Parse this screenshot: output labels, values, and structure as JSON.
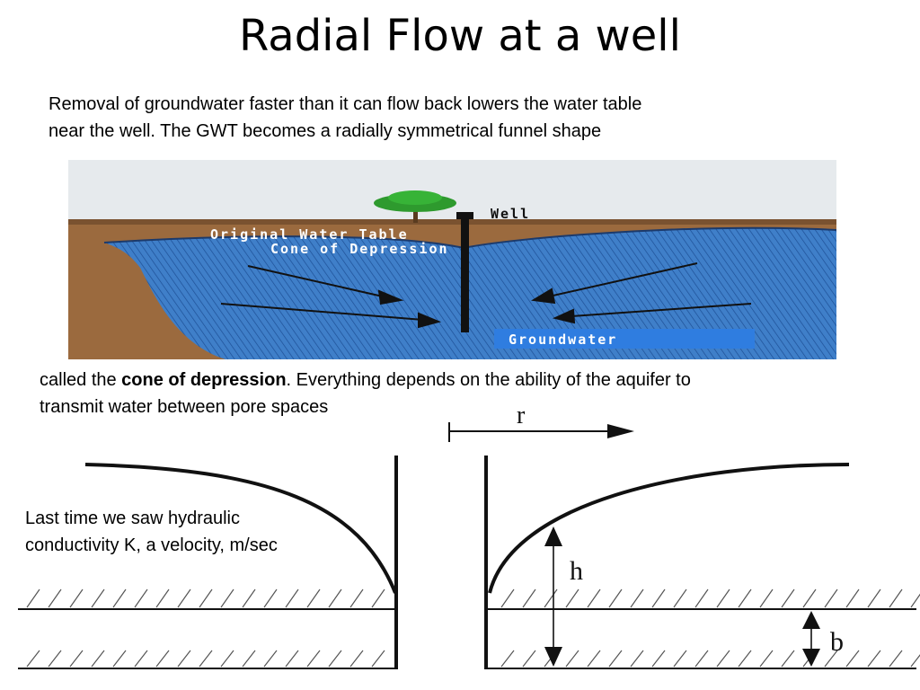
{
  "slide": {
    "title": "Radial Flow at a well",
    "intro": {
      "line1": "Removal of groundwater faster than it can flow back lowers the water table",
      "line2": "near the well. The GWT becomes a radially symmetrical funnel shape"
    },
    "middle": {
      "prefix": "called the ",
      "bold_term": "cone of depression",
      "suffix": ". Everything depends on the ability of the aquifer to",
      "line2": "transmit water between pore spaces"
    },
    "note": {
      "line1": "Last time we saw hydraulic",
      "line2": "conductivity K, a velocity, m/sec"
    }
  },
  "illustration": {
    "well_label": "Well",
    "original_water_table_label": "Original Water Table",
    "cone_label": "Cone of Depression",
    "groundwater_label": "Groundwater",
    "colors": {
      "sky": "#e6eaed",
      "soil": "#9b6a3e",
      "water": "#3f7fc9",
      "water_label_bg": "#2f7de0",
      "tree": "#2e9a2e"
    }
  },
  "schematic": {
    "radius_label": "r",
    "head_label": "h",
    "thickness_label": "b"
  }
}
